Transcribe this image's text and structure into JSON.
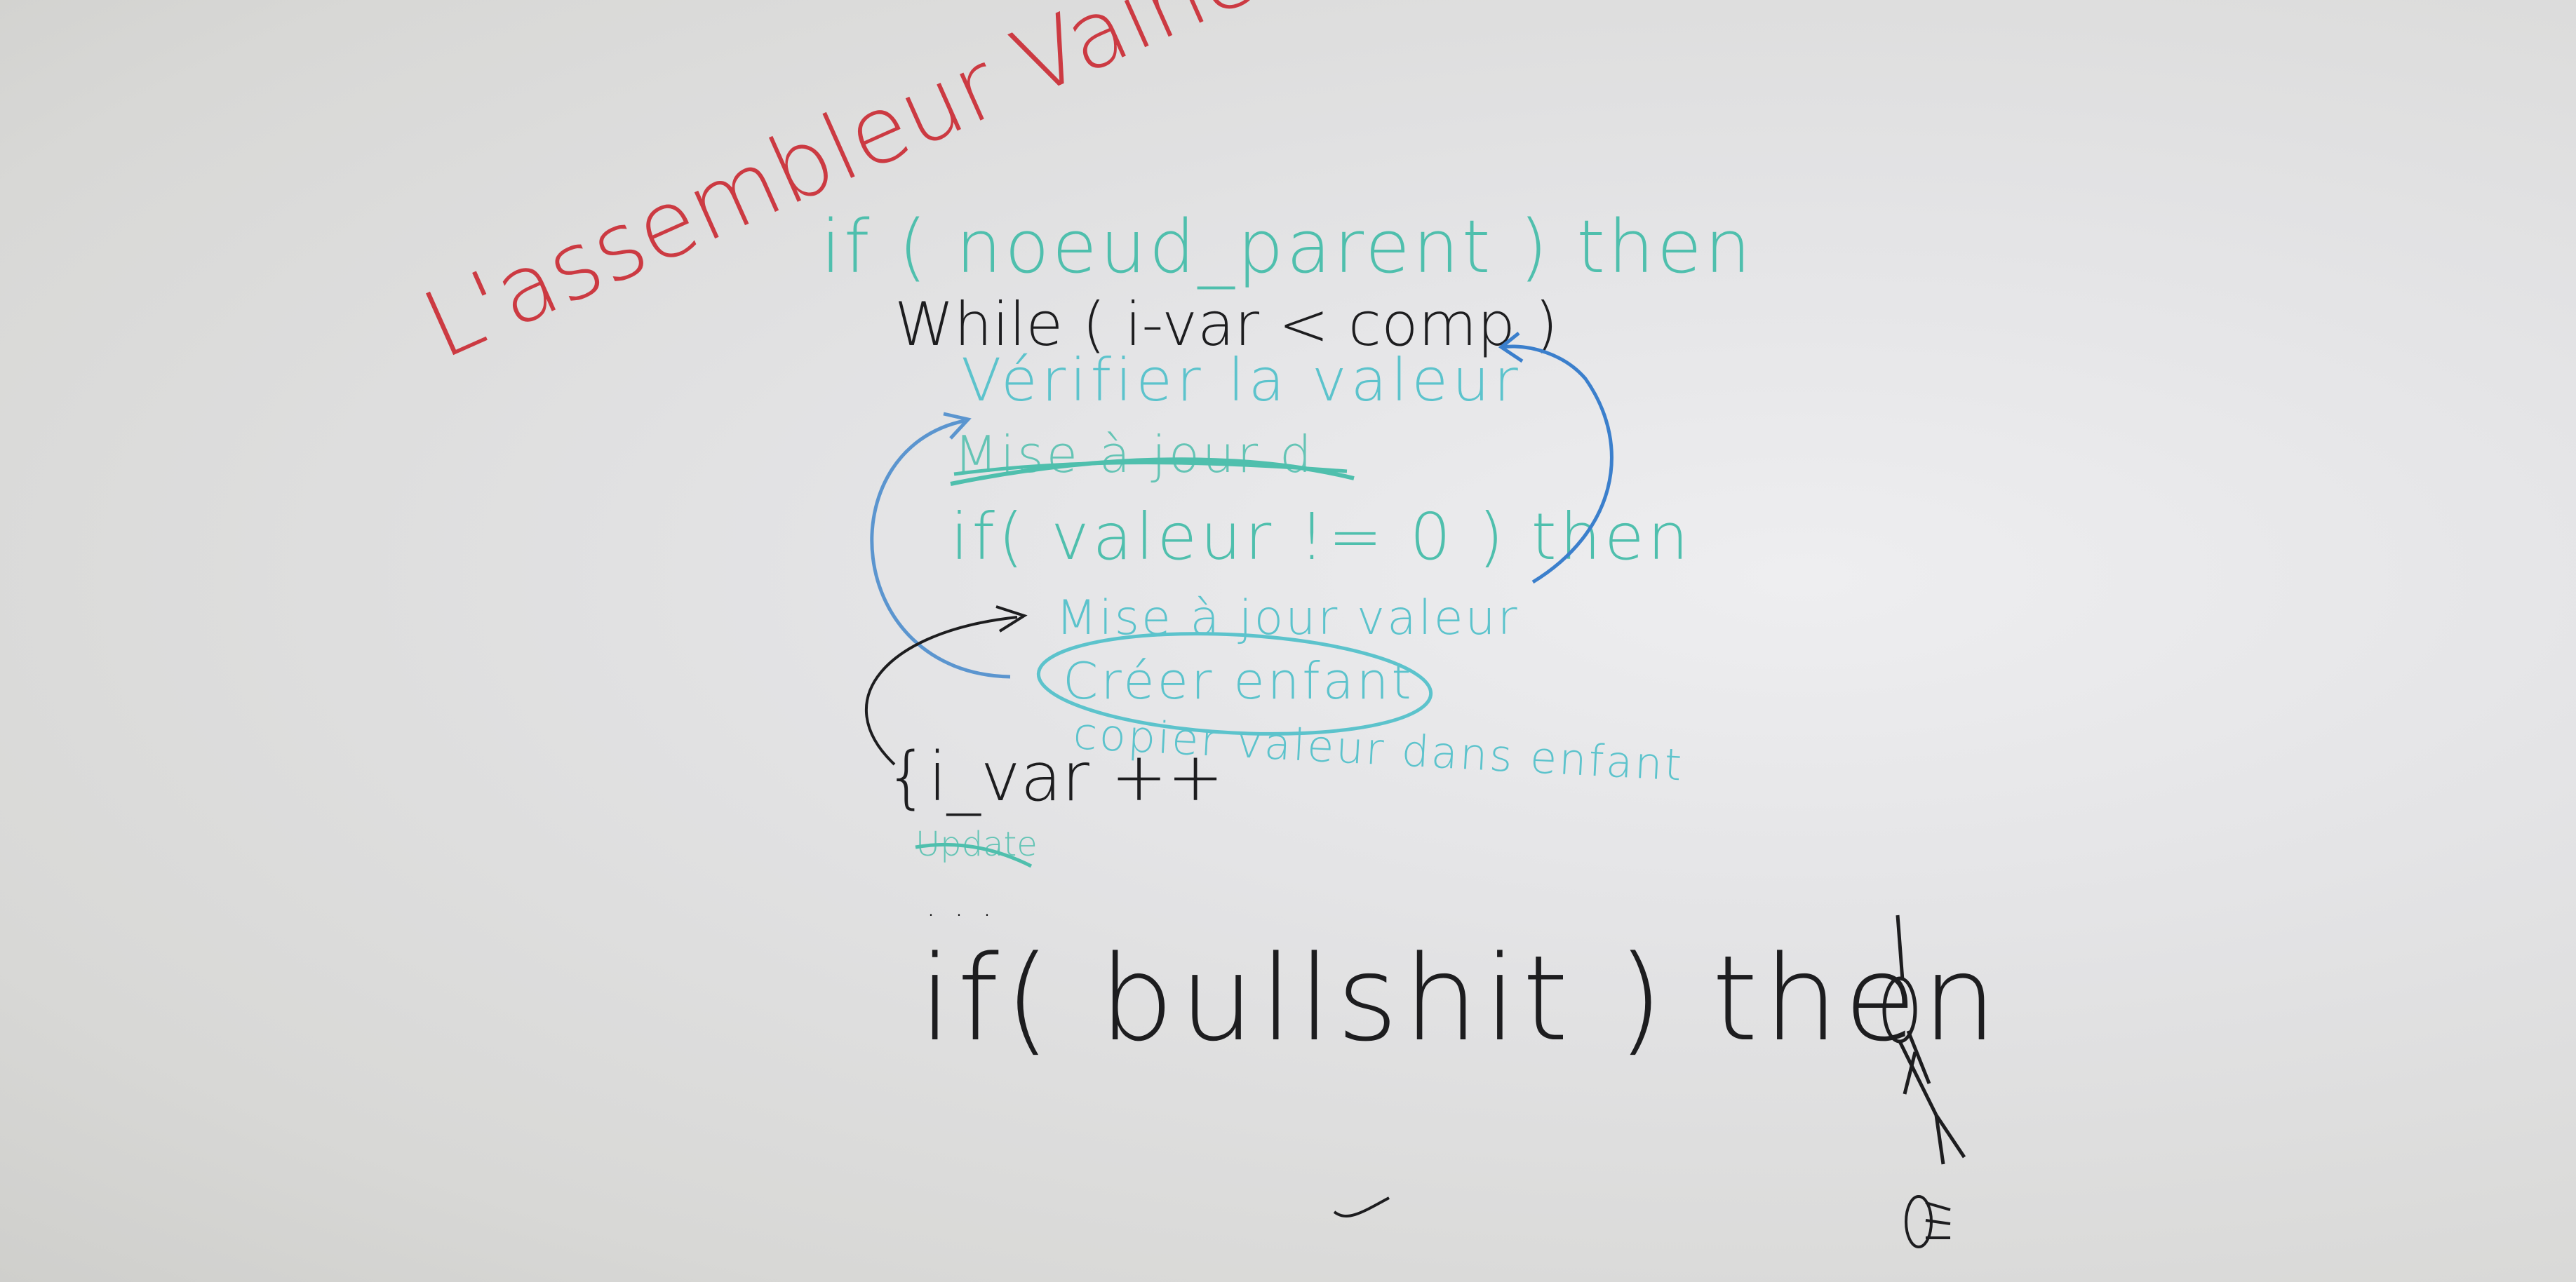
{
  "board": {
    "title_red": "L'assembleur Vaincra!!..!?!",
    "lines": {
      "if_parent": "if ( noeud_parent ) then",
      "while": "While ( i-var < comp )",
      "verify": "Vérifier la valeur",
      "struck": "Mise à jour d",
      "if_valeur": "if( valeur != 0 ) then",
      "mise_jour": "Mise à jour valeur",
      "creer": "Créer enfant",
      "copier": "copier valeur dans enfant",
      "ivar": "{i_var ++",
      "update_struck": "Update",
      "dots": ". . .",
      "bullshit": "if( bullshit ) then"
    },
    "colors": {
      "red": "#cc3a42",
      "teal": "#4fbfad",
      "cyan": "#5cc3cc",
      "blue": "#3b7fcc",
      "black": "#1d1d1f"
    }
  }
}
